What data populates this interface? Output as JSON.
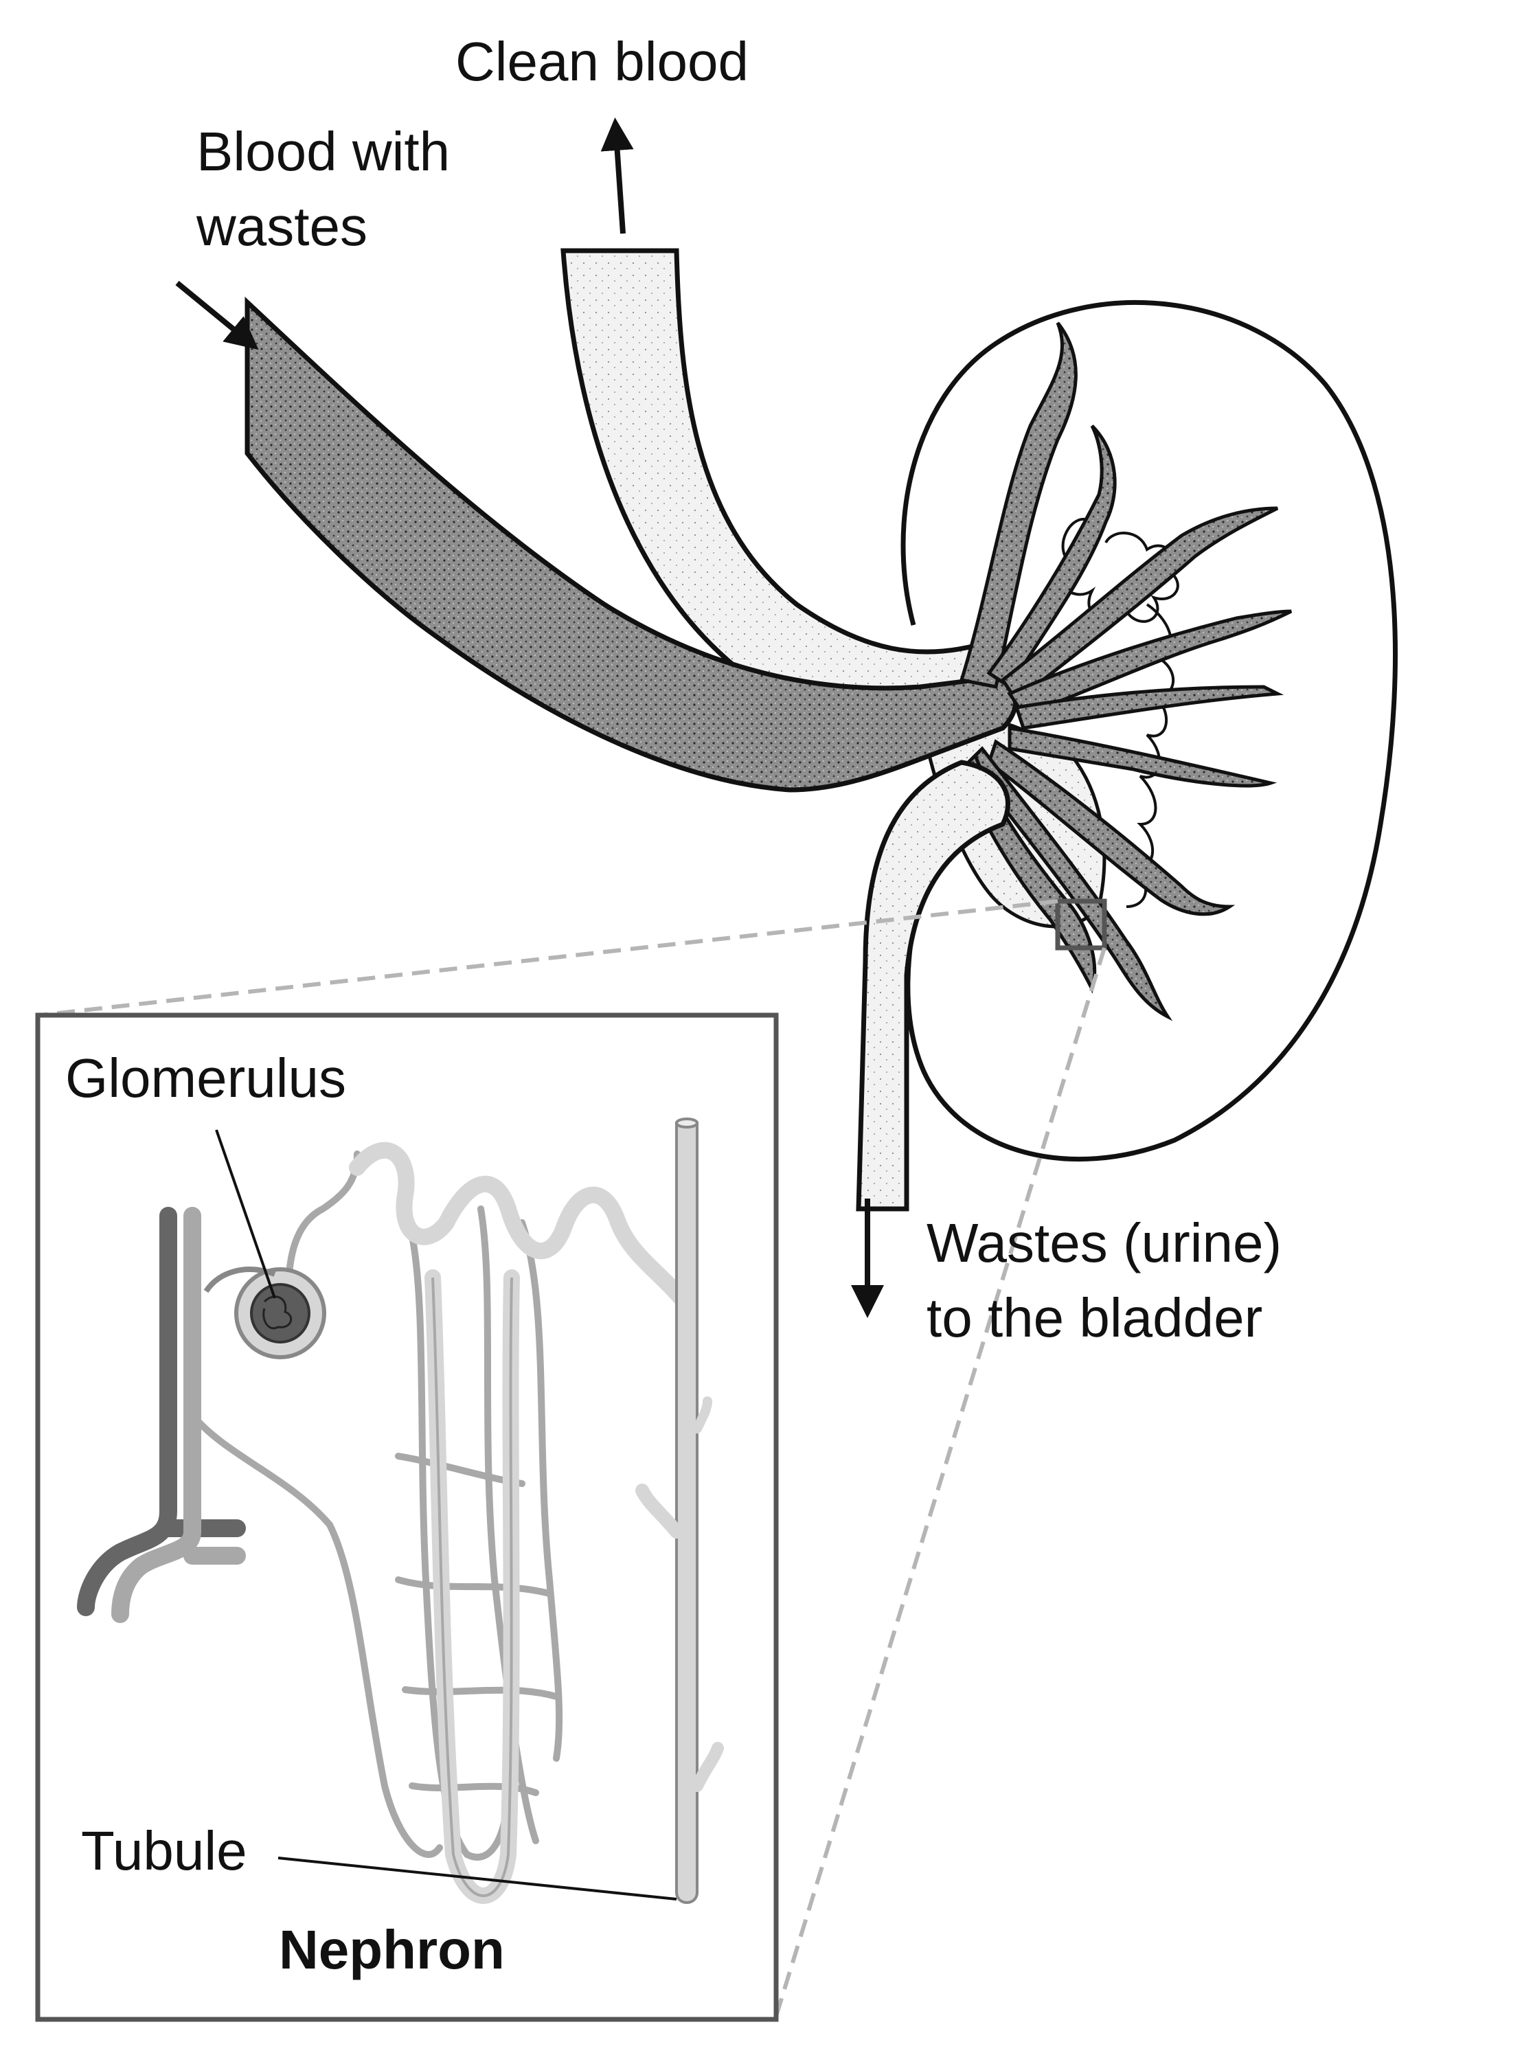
{
  "labels": {
    "clean_blood": "Clean blood",
    "blood_with_wastes_line1": "Blood with",
    "blood_with_wastes_line2": "wastes",
    "wastes_line1": "Wastes (urine)",
    "wastes_line2": "to the bladder",
    "glomerulus": "Glomerulus",
    "tubule": "Tubule",
    "nephron": "Nephron"
  },
  "colors": {
    "ink": "#111111",
    "artery_fill": "#8a8a8a",
    "vein_fill": "#ececec",
    "inset_border": "#555555",
    "zoom_dash": "#b5b5b5",
    "vessel_dark": "#666666",
    "vessel_mid": "#a8a8a8",
    "vessel_light": "#d6d6d6",
    "glomerulus_fill": "#5c5c5c"
  }
}
